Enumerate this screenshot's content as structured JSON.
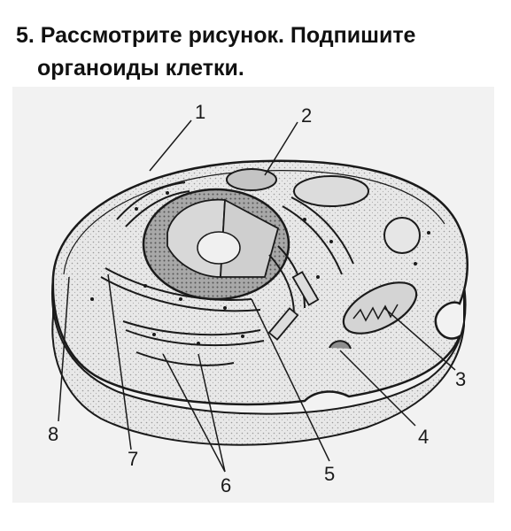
{
  "task": {
    "line1": "5. Рассмотрите рисунок. Подпишите",
    "line2": "органоиды клетки."
  },
  "labels": [
    "1",
    "2",
    "3",
    "4",
    "5",
    "6",
    "7",
    "8"
  ],
  "colors": {
    "background": "#ffffff",
    "ink": "#1a1a1a",
    "cytoplasm": "#e4e4e4",
    "nucleus": "#b9b9b9"
  }
}
